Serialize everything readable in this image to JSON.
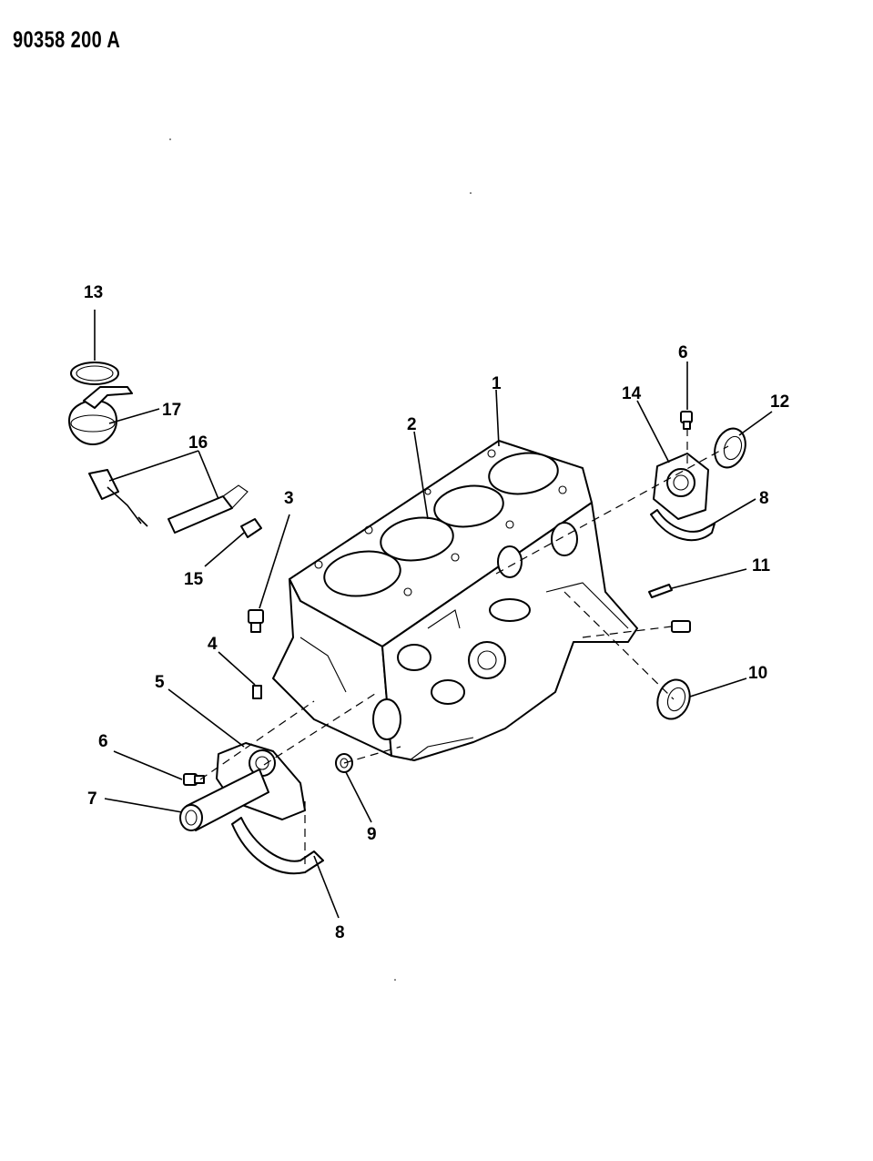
{
  "header": {
    "drawing_number": "90358 200 A"
  },
  "callouts": [
    {
      "id": "c1",
      "number": "1"
    },
    {
      "id": "c2",
      "number": "2"
    },
    {
      "id": "c3",
      "number": "3"
    },
    {
      "id": "c4",
      "number": "4"
    },
    {
      "id": "c5",
      "number": "5"
    },
    {
      "id": "c6a",
      "number": "6"
    },
    {
      "id": "c6b",
      "number": "6"
    },
    {
      "id": "c7",
      "number": "7"
    },
    {
      "id": "c8a",
      "number": "8"
    },
    {
      "id": "c8b",
      "number": "8"
    },
    {
      "id": "c9",
      "number": "9"
    },
    {
      "id": "c10",
      "number": "10"
    },
    {
      "id": "c11",
      "number": "11"
    },
    {
      "id": "c12",
      "number": "12"
    },
    {
      "id": "c13",
      "number": "13"
    },
    {
      "id": "c14",
      "number": "14"
    },
    {
      "id": "c15",
      "number": "15"
    },
    {
      "id": "c16",
      "number": "16"
    },
    {
      "id": "c17",
      "number": "17"
    }
  ]
}
